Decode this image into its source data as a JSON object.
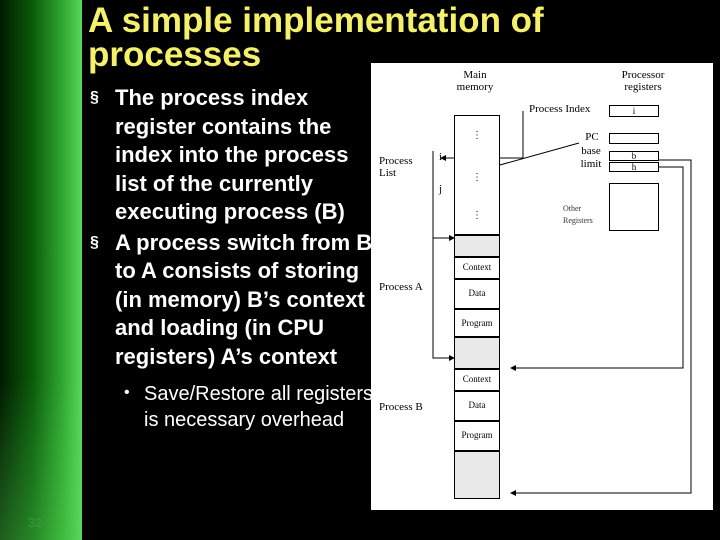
{
  "slide": {
    "title": "A simple implementation of processes",
    "bullets": [
      "The process index register contains the index into the process list of the currently executing process (B)",
      "A process switch from B to A consists of storing (in memory) B’s context and loading (in CPU registers) A’s context"
    ],
    "sub_bullet": "Save/Restore all registers is necessary overhead",
    "bullet_marker": "§",
    "sub_bullet_marker": "•",
    "page_number": "32"
  },
  "figure": {
    "main_memory_label": "Main memory",
    "processor_registers_label": "Processor registers",
    "process_index_label": "Process Index",
    "process_index_value": "i",
    "pc_label": "PC",
    "base_label": "base",
    "limit_label": "limit",
    "pc_value": "",
    "base_value": "b",
    "limit_value": "h",
    "other_registers_label": "Other Registers",
    "process_list_label": "Process List",
    "list_i_label": "i",
    "list_j_label": "j",
    "process_a_label": "Process A",
    "process_b_label": "Process B",
    "context_label": "Context",
    "data_label": "Data",
    "program_label": "Program",
    "dots": "⋮"
  },
  "colors": {
    "title": "#f4f06a",
    "text": "#ffffff",
    "background": "#000000",
    "accent_green": "#2fa52f"
  }
}
